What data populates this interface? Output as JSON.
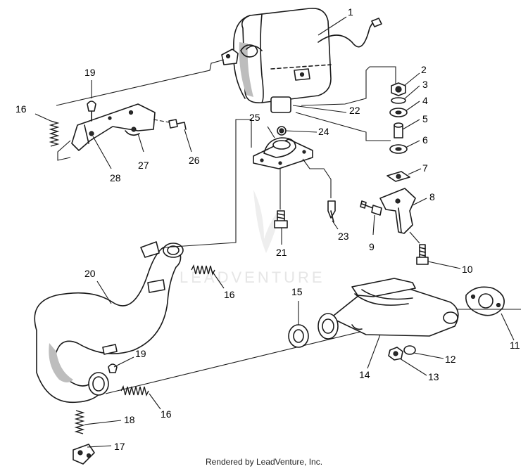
{
  "callouts": [
    {
      "n": "1"
    },
    {
      "n": "2"
    },
    {
      "n": "3"
    },
    {
      "n": "4"
    },
    {
      "n": "5"
    },
    {
      "n": "6"
    },
    {
      "n": "7"
    },
    {
      "n": "8"
    },
    {
      "n": "9"
    },
    {
      "n": "10"
    },
    {
      "n": "11"
    },
    {
      "n": "12"
    },
    {
      "n": "13"
    },
    {
      "n": "14"
    },
    {
      "n": "15"
    },
    {
      "n": "16"
    },
    {
      "n": "16"
    },
    {
      "n": "16"
    },
    {
      "n": "17"
    },
    {
      "n": "18"
    },
    {
      "n": "19"
    },
    {
      "n": "19"
    },
    {
      "n": "20"
    },
    {
      "n": "21"
    },
    {
      "n": "22"
    },
    {
      "n": "23"
    },
    {
      "n": "24"
    },
    {
      "n": "25"
    },
    {
      "n": "26"
    },
    {
      "n": "27"
    },
    {
      "n": "28"
    }
  ],
  "watermark": "LEADVENTURE",
  "footer": "Rendered by LeadVenture, Inc."
}
